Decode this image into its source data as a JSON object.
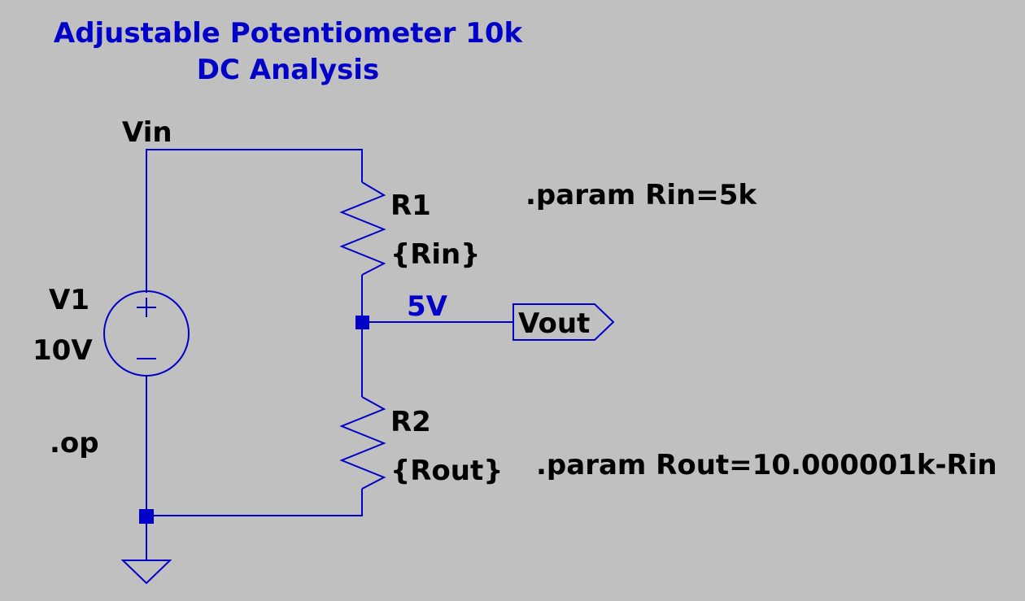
{
  "diagram": {
    "title_line1": "Adjustable Potentiometer 10k",
    "title_line2": "DC Analysis",
    "net_vin": "Vin",
    "source": {
      "name": "V1",
      "value": "10V"
    },
    "directive_op": ".op",
    "r1": {
      "name": "R1",
      "value": "{Rin}"
    },
    "r2": {
      "name": "R2",
      "value": "{Rout}"
    },
    "param_rin": ".param Rin=5k",
    "param_rout": ".param Rout=10.000001k-Rin",
    "node_voltage": "5V",
    "net_vout": "Vout",
    "colors": {
      "background": "#c0c0c0",
      "wire": "#0000c8",
      "text": "#000000"
    }
  }
}
